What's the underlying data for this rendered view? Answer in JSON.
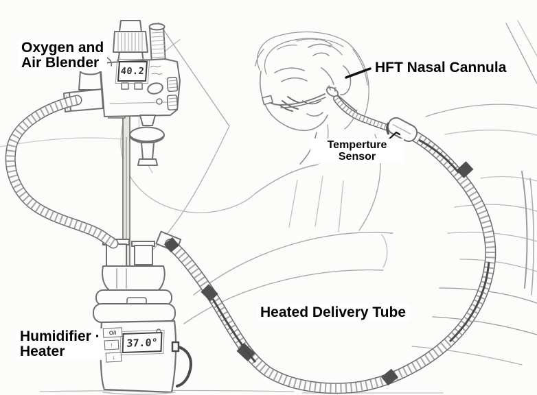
{
  "diagram": {
    "labels": {
      "blender_line1": "Oxygen and",
      "blender_line2": "Air Blender",
      "cannula": "HFT Nasal Cannula",
      "sensor_line1": "Temperture",
      "sensor_line2": "Sensor",
      "tube": "Heated Delivery Tube",
      "humidifier_line1": "Humidifier ·",
      "humidifier_line2": "Heater"
    },
    "displays": {
      "blender_value": "40.2",
      "humidifier_value": "37.0°"
    },
    "humidifier_buttons": {
      "power": "O/I",
      "up": "↑",
      "down": "↓"
    },
    "colors": {
      "paper": "#fcfcfb",
      "pencil_light": "#b6b6b6",
      "pencil_mid": "#707070",
      "pencil_dark": "#474747",
      "label_text": "#000000"
    }
  }
}
